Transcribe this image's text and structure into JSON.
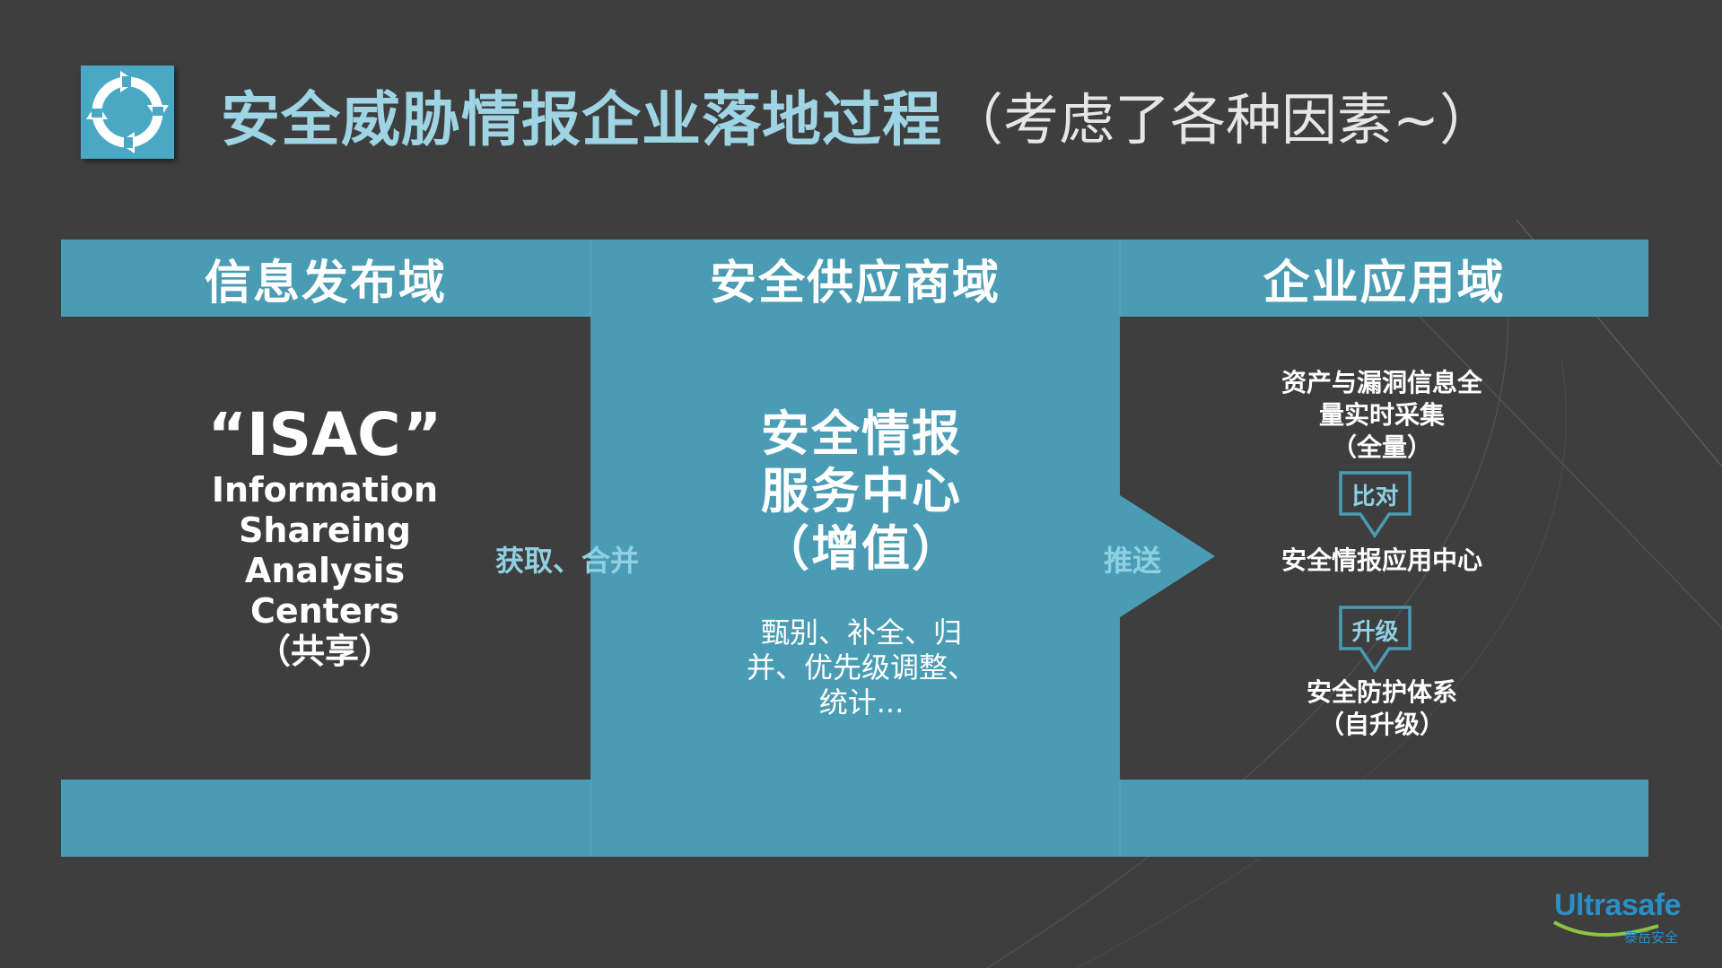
{
  "title": {
    "main": "安全威胁情报企业落地过程",
    "sub": "（考虑了各种因素~）"
  },
  "columns": {
    "left": {
      "header": "信息发布域",
      "quote": "“ISAC”",
      "lines": [
        "Information",
        "Shareing",
        "Analysis",
        "Centers",
        "（共享）"
      ]
    },
    "middle": {
      "header": "安全供应商域",
      "title_lines": [
        "安全情报",
        "服务中心",
        "（增值）"
      ],
      "desc_lines": [
        "甄别、补全、归",
        "并、优先级调整、",
        "统计..."
      ]
    },
    "right": {
      "header": "企业应用域",
      "block1_lines": [
        "资产与漏洞信息全",
        "量实时采集",
        "（全量）"
      ],
      "step1": "比对",
      "block2": "安全情报应用中心",
      "step2": "升级",
      "block3_lines": [
        "安全防护体系",
        "（自升级）"
      ]
    }
  },
  "arrows": {
    "left_to_middle": "获取、合并",
    "middle_to_right": "推送"
  },
  "logo": {
    "name": "Ultrasafe",
    "sub": "泰岳安全"
  },
  "colors": {
    "background": "#3e3e3e",
    "band": "#4a9cb4",
    "title_accent": "#9ed4e4",
    "arrow_label": "#8fd1e3",
    "white": "#ffffff"
  },
  "icons": {
    "title_icon": "refresh-cycle-icon"
  }
}
